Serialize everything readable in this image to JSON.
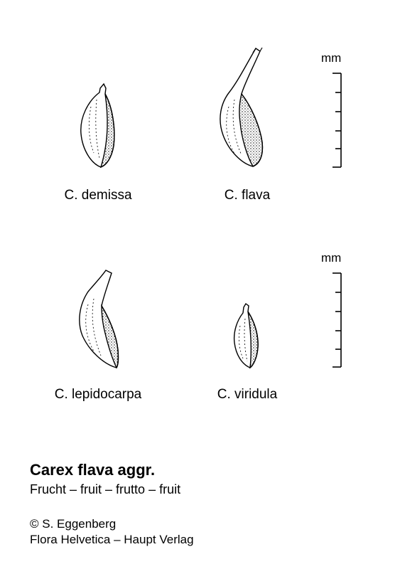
{
  "species_labels": {
    "demissa": "C. demissa",
    "flava": "C. flava",
    "lepidocarpa": "C. lepidocarpa",
    "viridula": "C. viridula"
  },
  "scale": {
    "unit": "mm"
  },
  "caption": {
    "title": "Carex flava aggr.",
    "subtitle": "Frucht – fruit – frutto – fruit"
  },
  "credits": {
    "copyright": "© S. Eggenberg",
    "publisher": "Flora Helvetica – Haupt Verlag"
  },
  "colors": {
    "ink": "#000000",
    "paper": "#ffffff"
  }
}
